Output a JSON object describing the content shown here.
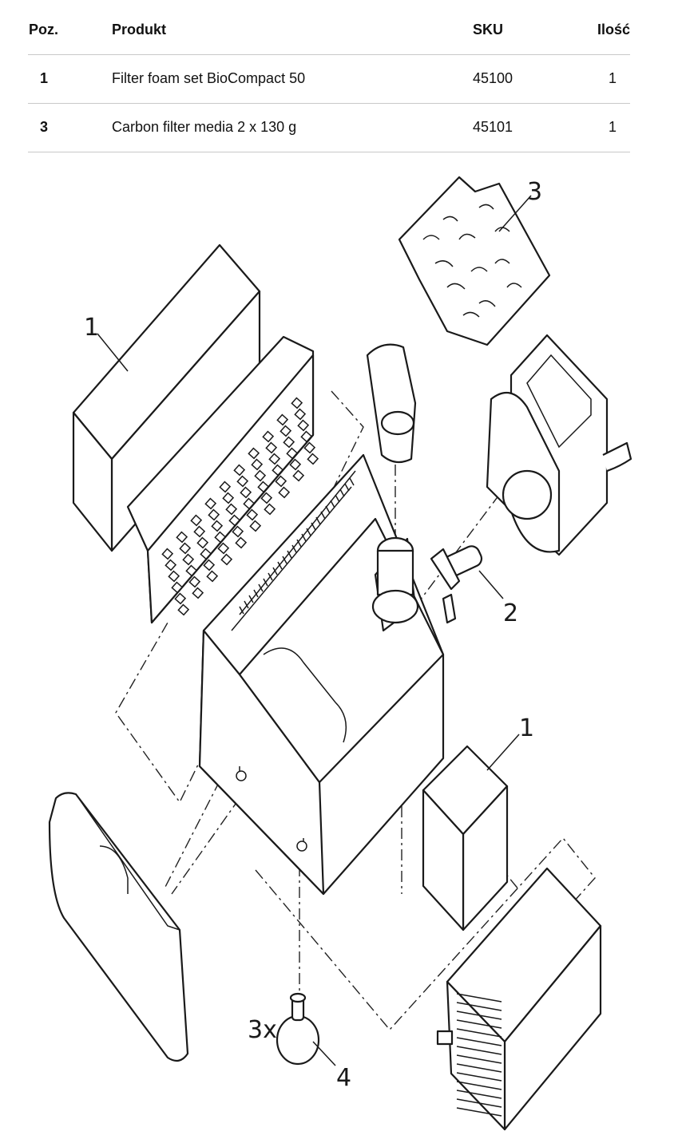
{
  "table": {
    "headers": {
      "pos": "Poz.",
      "product": "Produkt",
      "sku": "SKU",
      "qty": "Ilość"
    },
    "rows": [
      {
        "pos": "1",
        "product": "Filter foam set BioCompact 50",
        "sku": "45100",
        "qty": "1"
      },
      {
        "pos": "3",
        "product": "Carbon filter media 2 x 130 g",
        "sku": "45101",
        "qty": "1"
      }
    ]
  },
  "diagram": {
    "callouts": {
      "foam_large": "1",
      "carbon_media": "3",
      "pump_connector": "2",
      "foam_small": "1",
      "suction_cup": "4",
      "suction_cup_qty": "3x"
    }
  }
}
